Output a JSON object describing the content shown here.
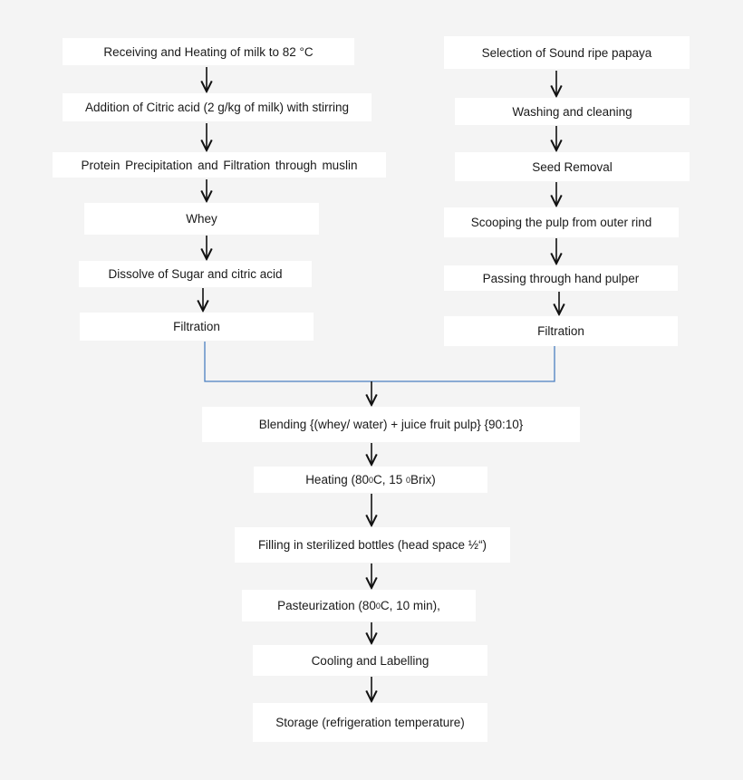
{
  "left_chain": [
    {
      "text": "Receiving and Heating of milk to 82 °C"
    },
    {
      "text": "Addition of Citric acid (2 g/kg of milk) with stirring"
    },
    {
      "text": "Protein  Precipitation  and  Filtration  through  muslin"
    },
    {
      "text": "Whey"
    },
    {
      "text": "Dissolve of Sugar and citric acid"
    },
    {
      "text": "Filtration"
    }
  ],
  "right_chain": [
    {
      "text": "Selection of Sound ripe papaya"
    },
    {
      "text": "Washing and cleaning"
    },
    {
      "text": "Seed Removal"
    },
    {
      "text": "Scooping the pulp from outer rind"
    },
    {
      "text": "Passing through hand pulper"
    },
    {
      "text": "Filtration"
    }
  ],
  "center_chain": [
    {
      "text": "Blending {(whey/ water) + juice fruit pulp} {90:10}"
    },
    {
      "pre": "Heating (80",
      "sup1": "0",
      "mid": "C, 15 ",
      "sup2": "0",
      "post": "Brix)"
    },
    {
      "text": "Filling in sterilized bottles (head space ½“)"
    },
    {
      "pre": "Pasteurization (80",
      "sup1": "0",
      "post": "C, 10 min),"
    },
    {
      "text": "Cooling and Labelling"
    },
    {
      "text": "Storage (refrigeration temperature)"
    }
  ],
  "colors": {
    "background": "#f4f4f4",
    "box": "#ffffff",
    "merge_line": "#4a7fc1",
    "arrow": "#111111"
  }
}
